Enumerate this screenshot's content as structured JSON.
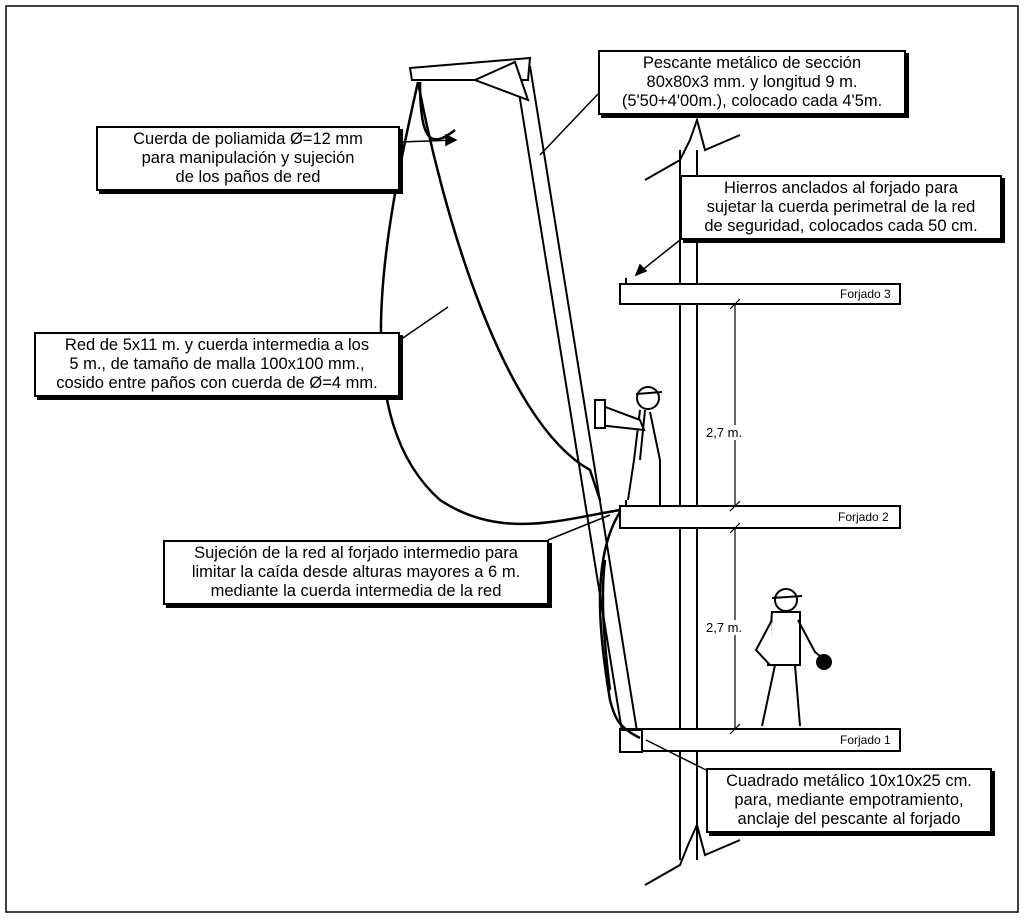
{
  "callouts": {
    "pescante": [
      "Pescante metálico de sección",
      "80x80x3 mm. y longitud 9 m.",
      "(5'50+4'00m.), colocado cada 4'5m."
    ],
    "cuerda": [
      "Cuerda de poliamida Ø=12 mm",
      "para manipulación y sujeción",
      "de los paños de red"
    ],
    "hierros": [
      "Hierros anclados al forjado para",
      "sujetar la cuerda perimetral de la red",
      "de seguridad, colocados cada 50 cm."
    ],
    "red": [
      "Red de 5x11 m. y cuerda intermedia a los",
      "5 m., de tamaño de malla 100x100 mm.,",
      "cosido entre paños con cuerda de Ø=4 mm."
    ],
    "sujecion": [
      "Sujeción de la red al forjado intermedio para",
      "limitar la caída desde alturas mayores a 6 m.",
      "mediante la cuerda intermedia de la red"
    ],
    "cuadrado": [
      "Cuadrado metálico 10x10x25 cm.",
      "para, mediante empotramiento,",
      "anclaje del pescante al forjado"
    ]
  },
  "floors": {
    "f3": "Forjado 3",
    "f2": "Forjado 2",
    "f1": "Forjado 1"
  },
  "dimensions": {
    "upper": "2,7 m.",
    "lower": "2,7 m."
  }
}
